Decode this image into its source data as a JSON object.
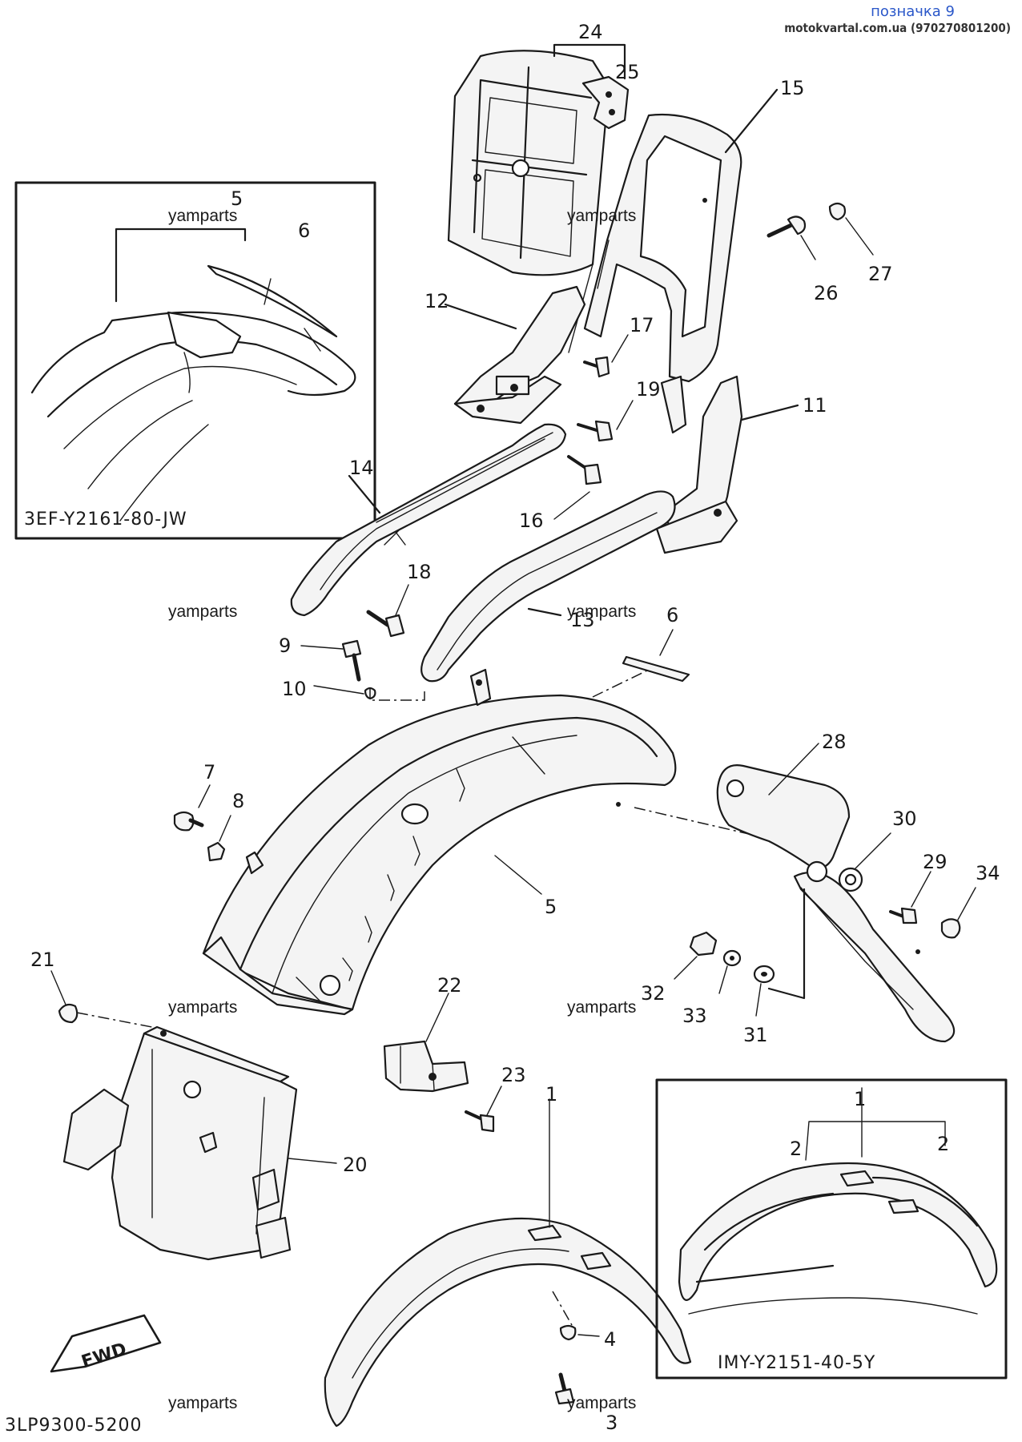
{
  "header": {
    "badge": "позначка 9",
    "site": "motokvartal.com.ua (970270801200)"
  },
  "watermark": "yamparts",
  "callouts": [
    "1",
    "2",
    "3",
    "4",
    "5",
    "6",
    "7",
    "8",
    "9",
    "10",
    "11",
    "12",
    "13",
    "14",
    "15",
    "16",
    "17",
    "18",
    "19",
    "20",
    "21",
    "22",
    "23",
    "24",
    "25",
    "26",
    "27",
    "28",
    "29",
    "30",
    "31",
    "32",
    "33",
    "34"
  ],
  "inset_top_left": {
    "code": "3EF-Y2161-80-JW",
    "labels": [
      "5",
      "6"
    ]
  },
  "inset_bottom_right": {
    "code": "IMY-Y2151-40-5Y",
    "labels": [
      "1",
      "2",
      "2"
    ]
  },
  "fwd_label": "FWD",
  "diagram_code": "3LP9300-5200",
  "colors": {
    "ink": "#1a1a1a",
    "badge": "#2a57c9",
    "background": "#ffffff"
  }
}
